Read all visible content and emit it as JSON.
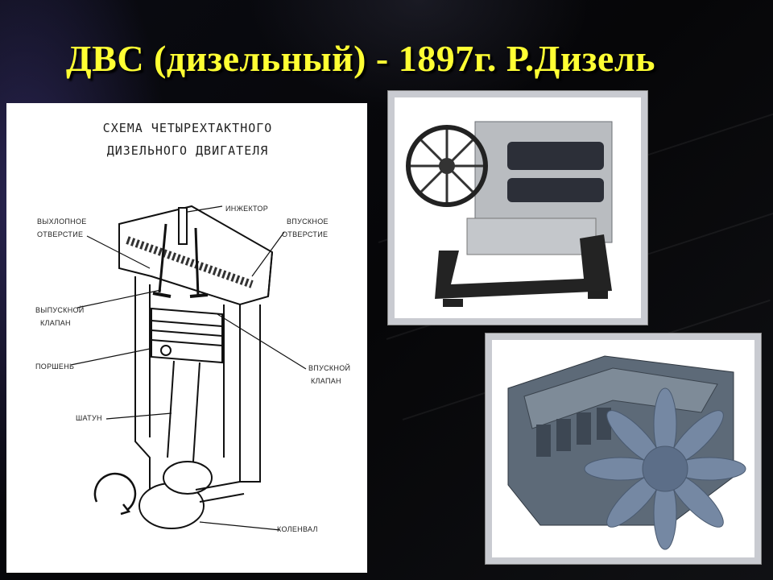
{
  "slide": {
    "title": "ДВС (дизельный) - 1897г. Р.Дизель"
  },
  "diagram": {
    "heading_line1": "СХЕМА ЧЕТЫРЕХТАКТНОГО",
    "heading_line2": "ДИЗЕЛЬНОГО ДВИГАТЕЛЯ",
    "labels": {
      "injector": "ИНЖЕКТОР",
      "exhaust_port_1": "ВЫХЛОПНОЕ",
      "exhaust_port_2": "ОТВЕРСТИЕ",
      "intake_port_1": "ВПУСКНОЕ",
      "intake_port_2": "ОТВЕРСТИЕ",
      "exhaust_valve_1": "ВЫПУСКНОЙ",
      "exhaust_valve_2": "КЛАПАН",
      "piston": "ПОРШЕНЬ",
      "intake_valve_1": "ВПУСКНОЙ",
      "intake_valve_2": "КЛАПАН",
      "connecting_rod": "ШАТУН",
      "crankshaft": "КОЛЕНВАЛ"
    }
  },
  "colors": {
    "title": "#ffff33",
    "background": "#050608",
    "frame": "#c9cbd1"
  }
}
